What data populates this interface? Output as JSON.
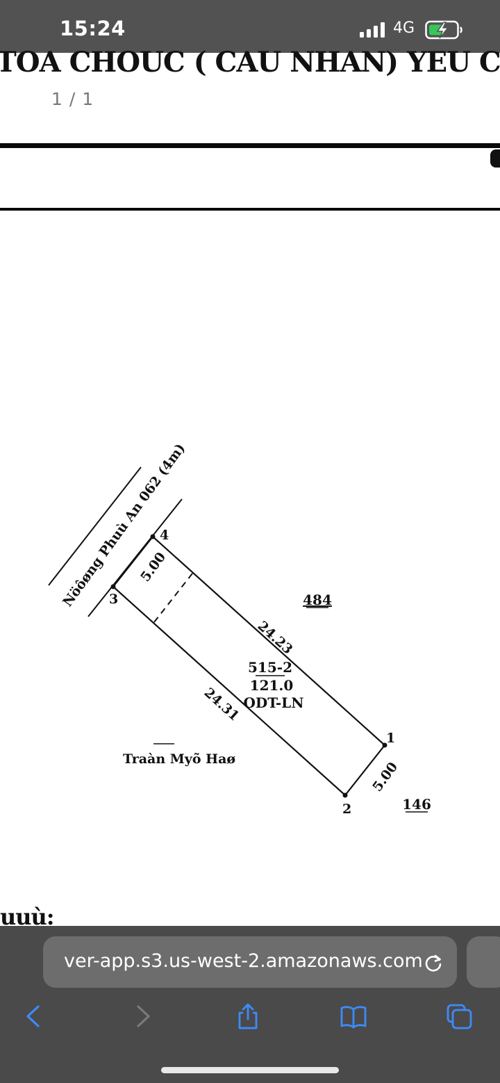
{
  "status_bar": {
    "time": "15:24",
    "network": "4G"
  },
  "document": {
    "heading": "TOA CHOUC ( CAU NHAN) YEU CAAU: T",
    "page_indicator": "1 / 1",
    "footer_fragment": "uuù:"
  },
  "plot_map": {
    "road_label": "Nöôøng Phuù An 062 (4m)",
    "vertex_labels": [
      "1",
      "2",
      "3",
      "4"
    ],
    "edge_lengths": {
      "edge_1_2": "5.00",
      "edge_2_3": "24.31",
      "edge_3_4": "5.00",
      "edge_4_1": "24.23"
    },
    "parcel_id": "515-2",
    "parcel_area": "121.0",
    "parcel_land_use": "ODT-LN",
    "neighbor_parcel_north": "484",
    "neighbor_parcel_southeast": "146",
    "neighbor_owner": "Traàn Myõ Haø"
  },
  "browser": {
    "url": "ver-app.s3.us-west-2.amazonaws.com",
    "toolbar": [
      "back-icon",
      "forward-icon",
      "share-icon",
      "bookmarks-icon",
      "tabs-icon"
    ],
    "accent_color": "#3d8bfd"
  }
}
